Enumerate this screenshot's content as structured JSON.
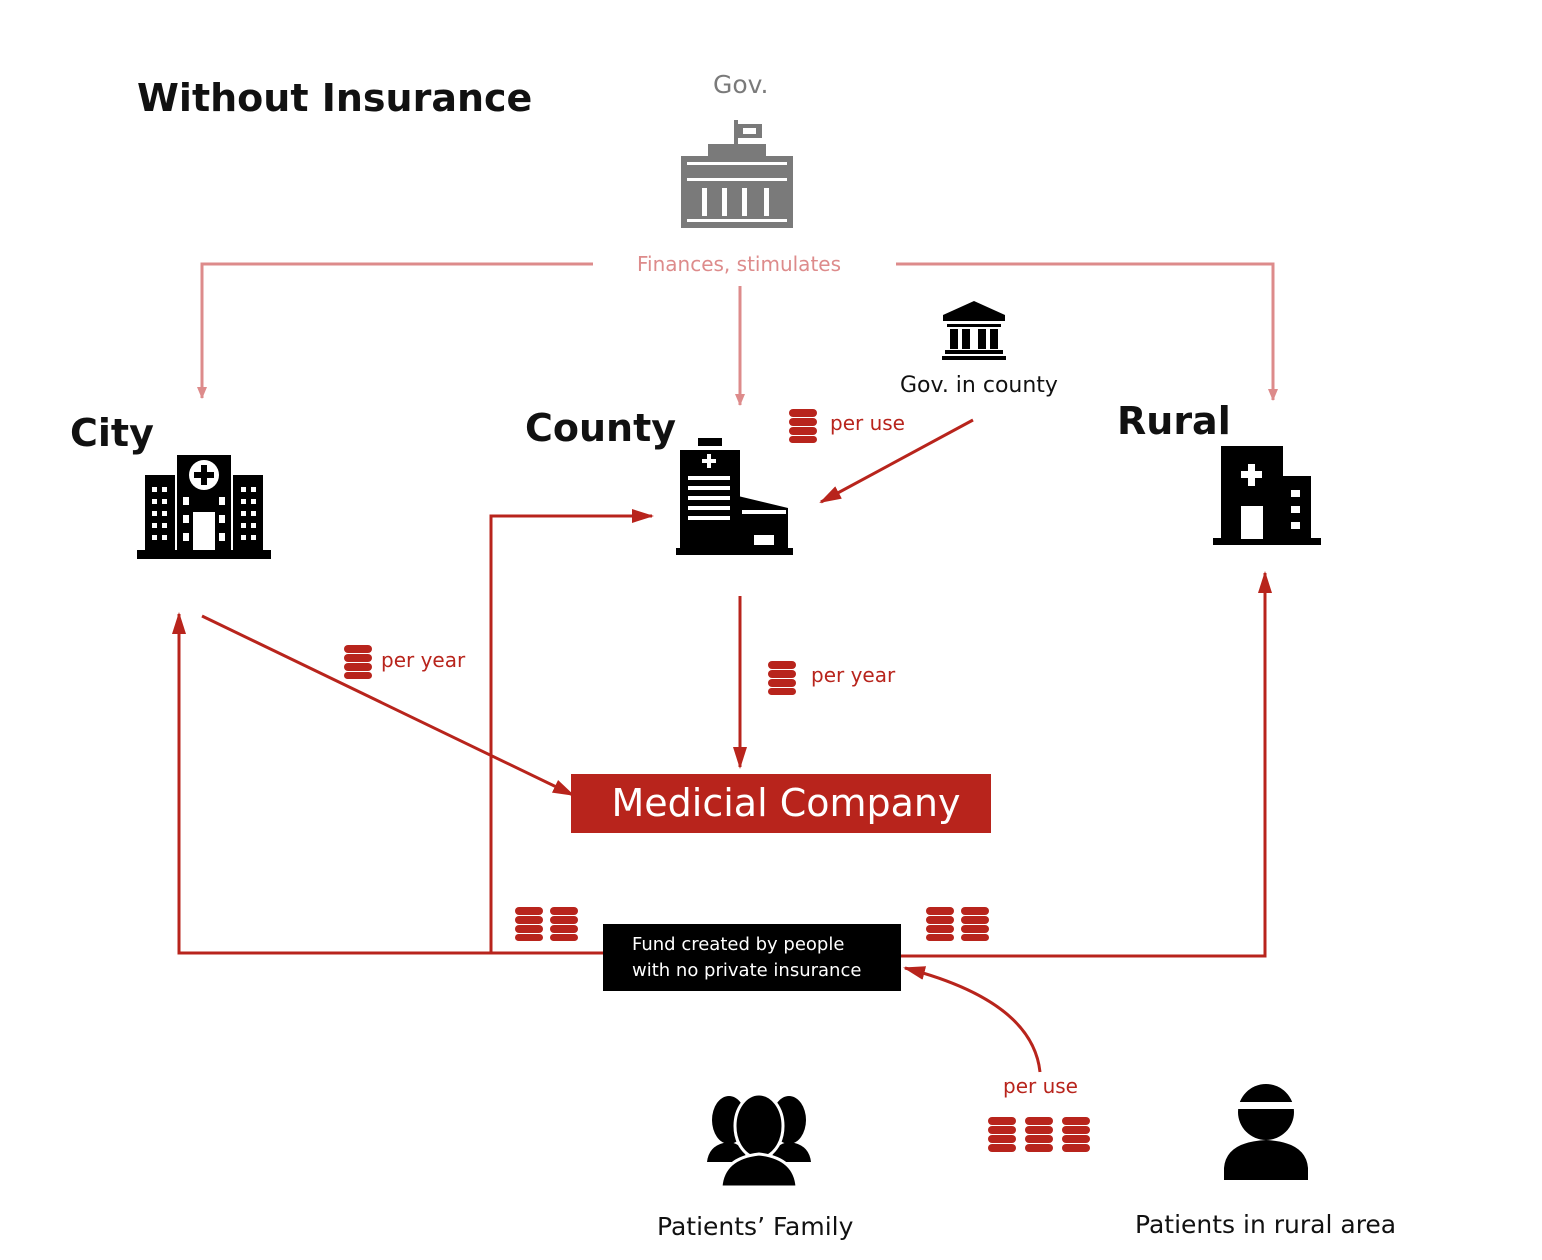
{
  "title": "Without Insurance",
  "nodes": {
    "gov": "Gov.",
    "gov_county": "Gov. in county",
    "city": "City",
    "county": "County",
    "rural": "Rural",
    "medical_company": "Medicial Company",
    "fund_line1": "Fund created by people",
    "fund_line2": "with no private insurance",
    "patients_family": "Patients’ Family",
    "patients_rural": "Patients in rural area"
  },
  "edges": {
    "finances": "Finances, stimulates",
    "per_use_county": "per use",
    "per_year_city": "per year",
    "per_year_county": "per year",
    "per_use_fund": "per use"
  },
  "colors": {
    "accent": "#b8241c",
    "gov_arrow": "#dd8b8b",
    "gov_icon": "#7a7a7a",
    "icon": "#000000"
  },
  "icons": [
    "government-building-icon",
    "courthouse-icon",
    "hospital-icon",
    "coins-icon",
    "patients-group-icon",
    "patient-icon"
  ]
}
